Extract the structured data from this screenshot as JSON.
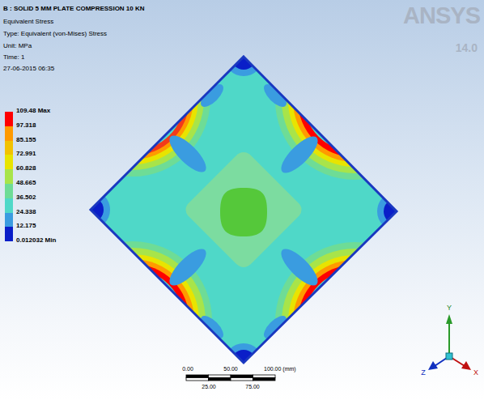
{
  "diagram": {
    "title": "B : SOLID 5 MM PLATE COMPRESSION 10 KN",
    "labels": [
      "Equivalent Stress",
      "Type: Equivalent (von-Mises) Stress",
      "Unit: MPa",
      "Time: 1",
      "27-06-2015 06:35",
      "ANSYS",
      "14.0",
      "Y",
      "Z",
      "X",
      "0.00",
      "50.00",
      "100.00 (mm)",
      "25.00",
      "75.00"
    ],
    "legend": [
      {
        "text": "109.48 Max",
        "color": "#ff0000"
      },
      {
        "text": "97.318",
        "color": "#ff9a00"
      },
      {
        "text": "85.155",
        "color": "#f2c200"
      },
      {
        "text": "72.991",
        "color": "#e8e400"
      },
      {
        "text": "60.828",
        "color": "#a8e44a"
      },
      {
        "text": "48.665",
        "color": "#6edc96"
      },
      {
        "text": "36.502",
        "color": "#4fd8c8"
      },
      {
        "text": "24.338",
        "color": "#3a9ce0"
      },
      {
        "text": "12.175",
        "color": "#0a1ec8"
      },
      {
        "text": "0.012032 Min"
      }
    ]
  }
}
